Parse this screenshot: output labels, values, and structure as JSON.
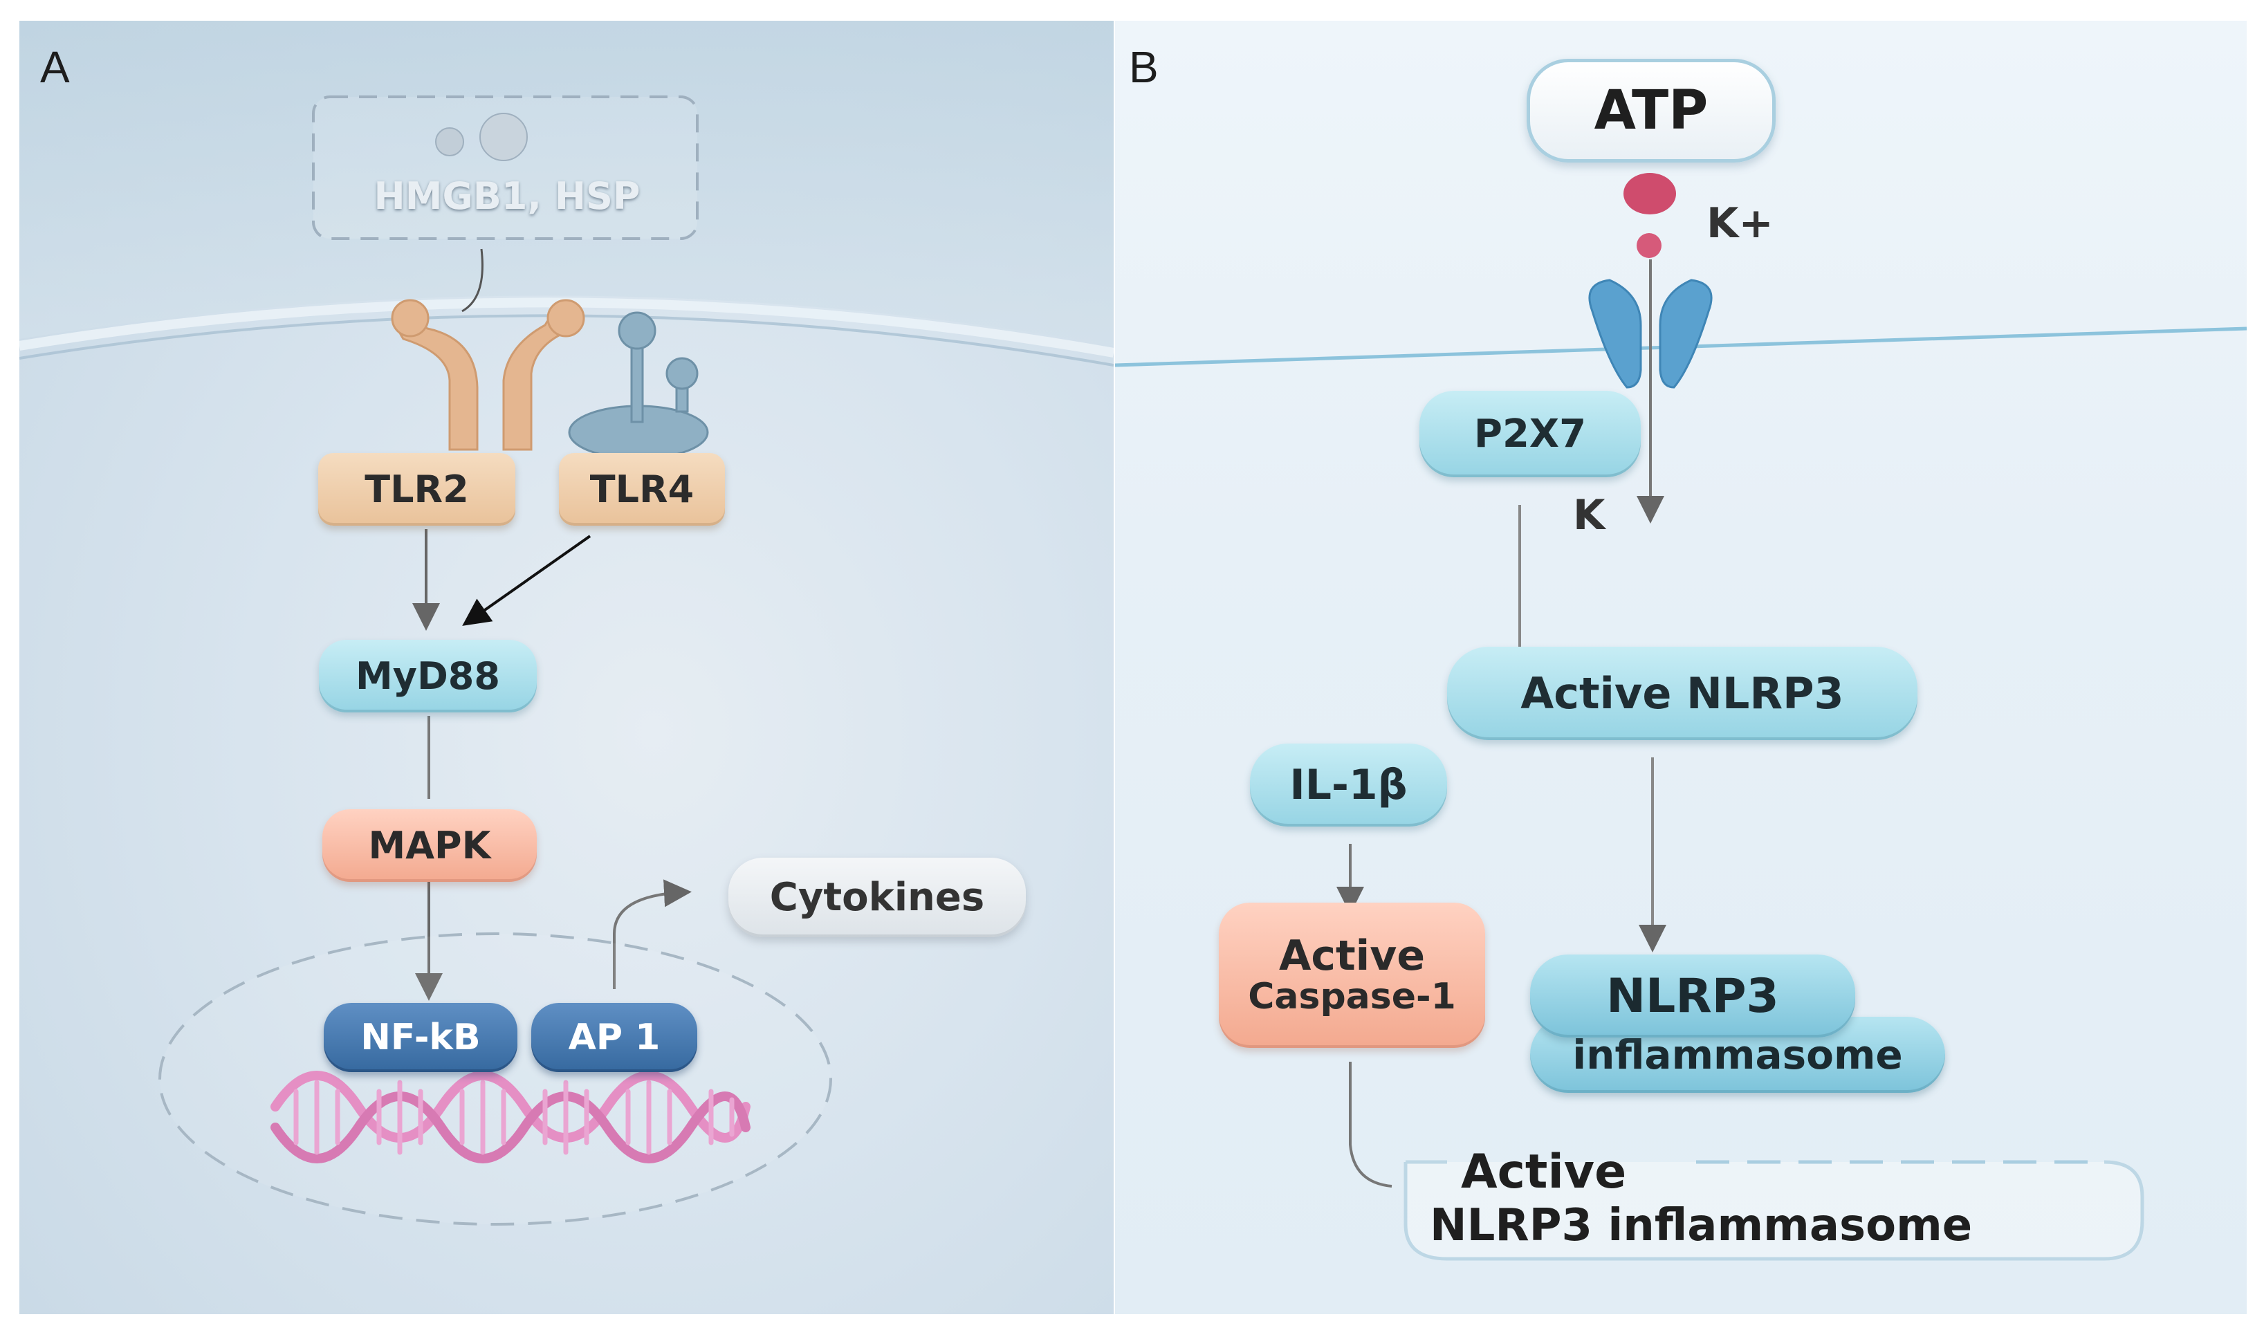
{
  "panel_a": {
    "letter": "A",
    "ligands": "HMGB1, HSP",
    "tlr2": "TLR2",
    "tlr4": "TLR4",
    "myd88": "MyD88",
    "mapk": "MAPK",
    "nfkb": "NF-kB",
    "ap1": "AP 1",
    "cytokines": "Cytokines"
  },
  "panel_b": {
    "letter": "B",
    "atp": "ATP",
    "k_plus": "K+",
    "p2x7": "P2X7",
    "k": "K",
    "active_nlrp3": "Active NLRP3",
    "il1b": "IL-1β",
    "active_caspase_line1": "Active",
    "active_caspase_line2": "Caspase-1",
    "nlrp3": "NLRP3",
    "inflammasome": "inflammasome",
    "active_inflammasome_line1": "Active",
    "active_inflammasome_line2": "NLRP3 inflammasome"
  },
  "colors": {
    "tlr_tan": "#e9c29a",
    "teal": "#96d4e4",
    "salmon": "#f3a98f",
    "nucleus_blue": "#36699f",
    "dna_pink": "#e58fc4",
    "channel_blue": "#5aa1cf",
    "ion_red": "#cf4c6d"
  }
}
